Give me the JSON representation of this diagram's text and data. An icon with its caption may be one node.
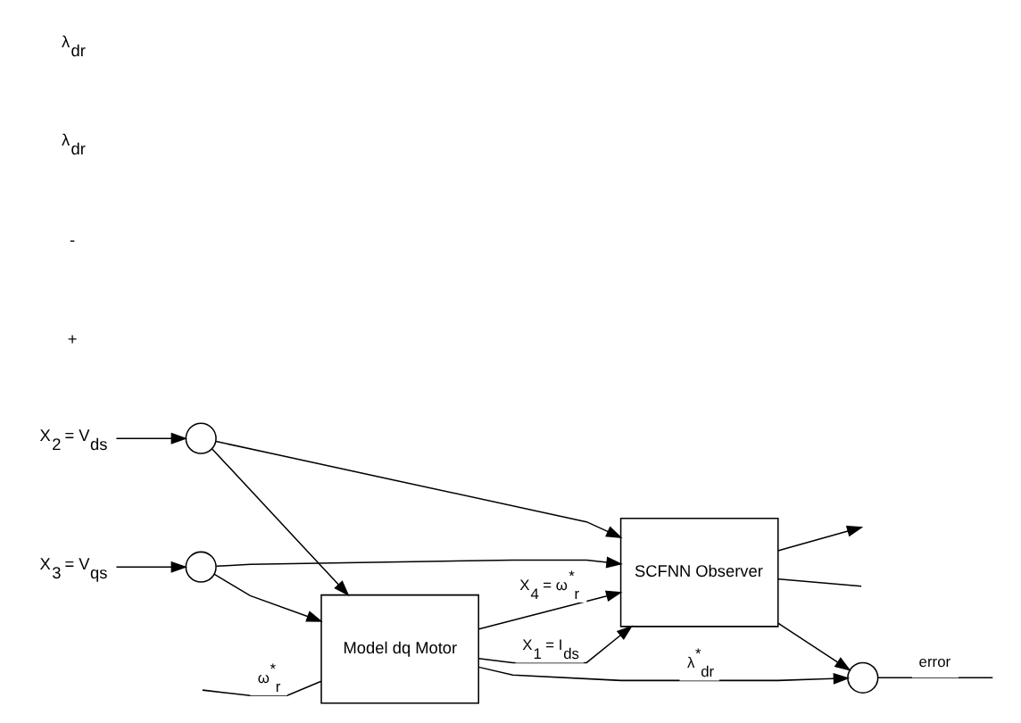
{
  "diagram": {
    "nodes": [
      {
        "text": [
          "Model dq Motor"
        ]
      },
      {
        "text": [
          "SCFNN Observer"
        ]
      },
      {
        "text": [],
        "shape": "circle"
      },
      {
        "text": [],
        "shape": "circle"
      },
      {
        "text": [],
        "shape": "circle"
      },
      {
        "text": [
          "X$_{2}$ = V$_{ds}$"
        ]
      },
      {
        "text": [
          "X$_{3}$ = V$_{qs}$"
        ]
      }
    ],
    "edges": [
      {
        "from": 5,
        "to": 2,
        "arrow": "to"
      },
      {
        "from": 6,
        "to": 3,
        "arrow": "to"
      },
      {
        "from": 2,
        "to": 0,
        "arrow": "to"
      },
      {
        "from": 3,
        "to": 0,
        "arrow": "to"
      },
      {
        "from": 2,
        "to": 1,
        "arrow": "to"
      },
      {
        "from": 3,
        "to": 1,
        "arrow": "to"
      },
      {
        "from": null,
        "to": 0,
        "arrow": "none",
        "label": "ω$^{*}$$_{r}$"
      },
      {
        "from": 0,
        "to": 1,
        "arrow": "to",
        "label": "X$_{4}$ = ω$^{*}$$_{r}$"
      },
      {
        "from": 0,
        "to": 1,
        "arrow": "to",
        "label": "X$_{1}$ = I$_{ds}$"
      },
      {
        "from": 0,
        "to": 4,
        "arrow": "to",
        "label": "λ$^{*}$$_{dr}$"
      },
      {
        "from": 1,
        "to": 4,
        "arrow": "to"
      },
      {
        "from": 4,
        "to": null,
        "arrow": "none",
        "label": "error"
      },
      {
        "from": 1,
        "to": null,
        "arrow": "none"
      },
      {
        "from": 1,
        "to": null,
        "arrow": "to"
      }
    ],
    "labels": [
      "+",
      "-",
      "λ$_{dr}$",
      "λ$_{dr}$"
    ]
  }
}
